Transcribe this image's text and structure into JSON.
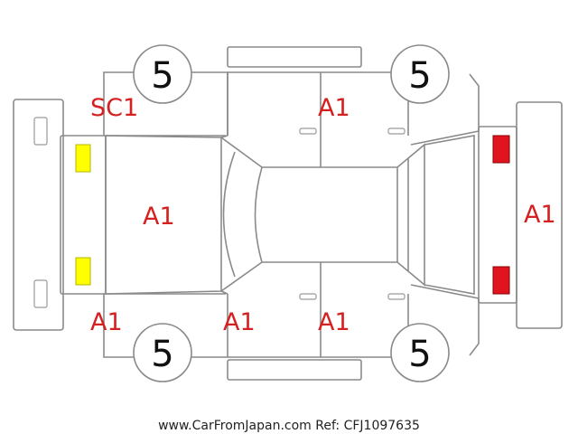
{
  "colors": {
    "outline": "#8a8a8a",
    "damage_code": "#d42020",
    "tire_text": "#111111",
    "front_lamp": "#ffff00",
    "rear_lamp": "#e0141e"
  },
  "damage_codes": {
    "front_bumper_left": "SC1",
    "roof_top_side": "A1",
    "hood": "A1",
    "front_bumper_right": "A1",
    "right_side_front": "A1",
    "right_side_rear": "A1",
    "rear_panel": "A1"
  },
  "tires": {
    "front_left": "5",
    "rear_left": "5",
    "front_right": "5",
    "rear_right": "5"
  },
  "lamps": {
    "front": "front-lamp-yellow",
    "rear": "rear-lamp-red"
  },
  "footer": {
    "credit": "www.CarFromJapan.com Ref: CFJ1097635"
  }
}
